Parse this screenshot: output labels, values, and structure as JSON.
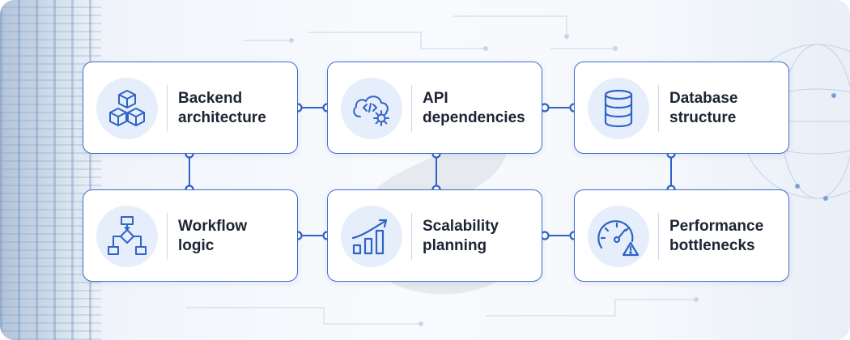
{
  "diagram": {
    "cards": [
      {
        "id": "backend",
        "line1": "Backend",
        "line2": "architecture",
        "icon": "cubes-icon"
      },
      {
        "id": "api",
        "line1": "API",
        "line2": "dependencies",
        "icon": "cloud-code-gear-icon"
      },
      {
        "id": "database",
        "line1": "Database",
        "line2": "structure",
        "icon": "database-icon"
      },
      {
        "id": "workflow",
        "line1": "Workflow",
        "line2": "logic",
        "icon": "flowchart-icon"
      },
      {
        "id": "scalability",
        "line1": "Scalability",
        "line2": "planning",
        "icon": "growth-chart-icon"
      },
      {
        "id": "performance",
        "line1": "Performance",
        "line2": "bottlenecks",
        "icon": "speedometer-warning-icon"
      }
    ],
    "colors": {
      "accent": "#2f63c8",
      "card_border": "#3f6fc9",
      "icon_bg": "#e6eefb",
      "text": "#1d2433"
    }
  }
}
